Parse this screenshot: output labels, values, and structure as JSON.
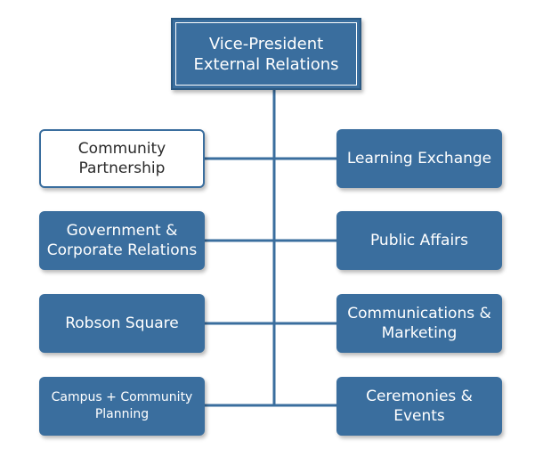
{
  "colors": {
    "box_fill": "#3a6e9e",
    "box_border_dark": "#2c5a83",
    "connector": "#3a6e9e",
    "highlight_fill": "#ffffff",
    "highlight_text": "#2a2a2a",
    "text": "#ffffff"
  },
  "root": {
    "label": "Vice-President\nExternal Relations"
  },
  "left_units": [
    {
      "label": "Community\nPartnership",
      "highlighted": true
    },
    {
      "label": "Government &\nCorporate Relations",
      "highlighted": false
    },
    {
      "label": "Robson Square",
      "highlighted": false
    },
    {
      "label": "Campus + Community\nPlanning",
      "highlighted": false
    }
  ],
  "right_units": [
    {
      "label": "Learning Exchange",
      "highlighted": false
    },
    {
      "label": "Public Affairs",
      "highlighted": false
    },
    {
      "label": "Communications &\nMarketing",
      "highlighted": false
    },
    {
      "label": "Ceremonies &\nEvents",
      "highlighted": false
    }
  ]
}
